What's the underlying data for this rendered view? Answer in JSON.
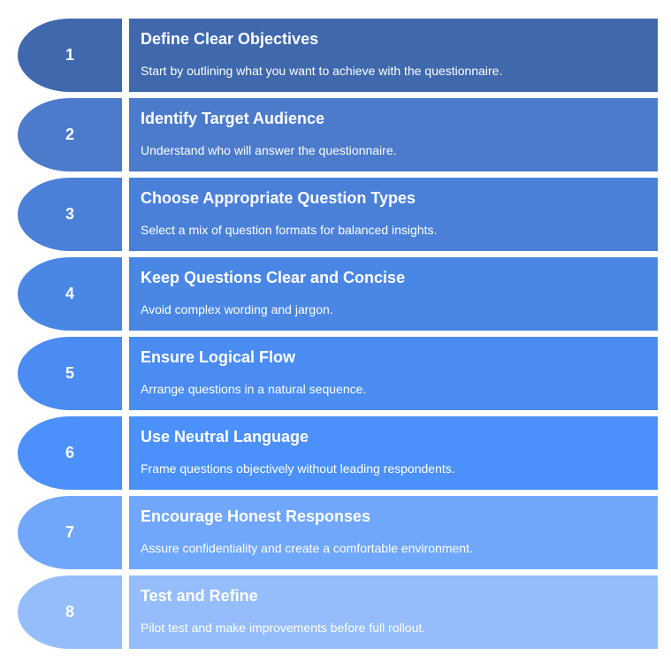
{
  "steps": [
    {
      "number": "1",
      "title": "Define Clear Objectives",
      "description": "Start by outlining what you want to achieve with the questionnaire.",
      "color": "#3f68ad"
    },
    {
      "number": "2",
      "title": "Identify Target Audience",
      "description": "Understand who will answer the questionnaire.",
      "color": "#4b7bca"
    },
    {
      "number": "3",
      "title": "Choose Appropriate Question Types",
      "description": "Select a mix of question formats for balanced insights.",
      "color": "#4a80d8"
    },
    {
      "number": "4",
      "title": "Keep Questions Clear and Concise",
      "description": "Avoid complex wording and jargon.",
      "color": "#4a87e5"
    },
    {
      "number": "5",
      "title": "Ensure Logical Flow",
      "description": "Arrange questions in a natural sequence.",
      "color": "#4a8cf1"
    },
    {
      "number": "6",
      "title": "Use Neutral Language",
      "description": "Frame questions objectively without leading respondents.",
      "color": "#4b90fb"
    },
    {
      "number": "7",
      "title": "Encourage Honest Responses",
      "description": "Assure confidentiality and create a comfortable environment.",
      "color": "#70a7fb"
    },
    {
      "number": "8",
      "title": "Test and Refine",
      "description": "Pilot test and make improvements before full rollout.",
      "color": "#95bdfb"
    }
  ]
}
